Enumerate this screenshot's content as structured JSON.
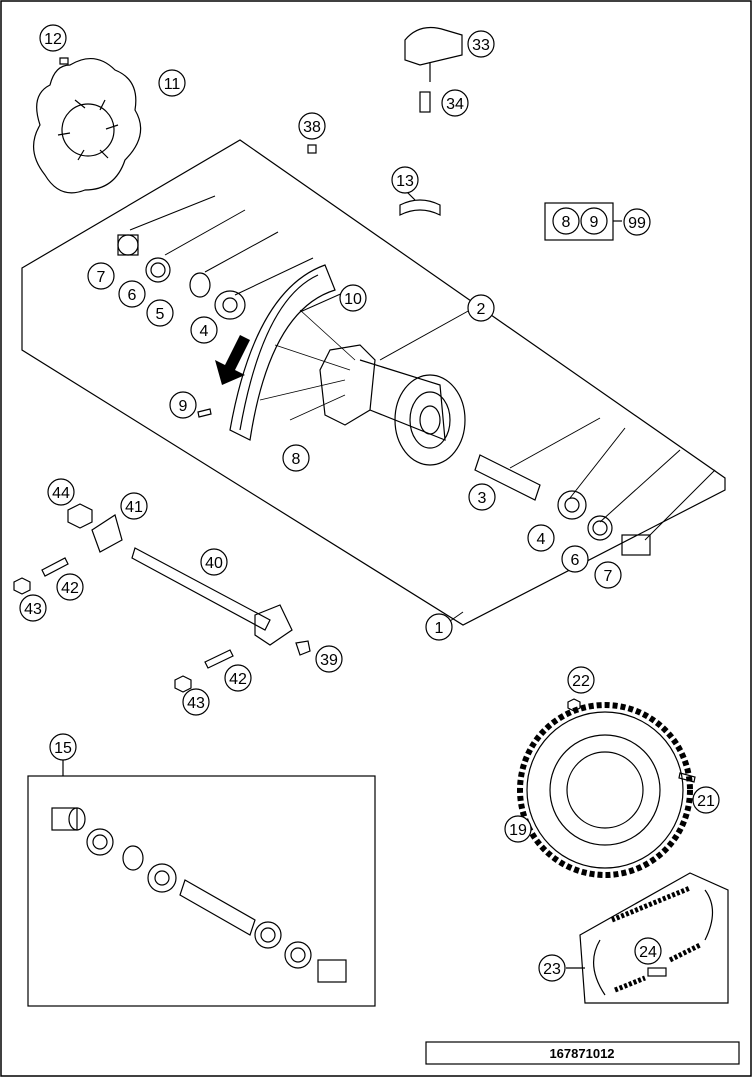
{
  "diagram": {
    "reference_number": "167871012",
    "callouts": {
      "c1": "1",
      "c2": "2",
      "c3": "3",
      "c4a": "4",
      "c4b": "4",
      "c5": "5",
      "c6a": "6",
      "c6b": "6",
      "c7a": "7",
      "c7b": "7",
      "c8": "8",
      "c9": "9",
      "c10": "10",
      "c11": "11",
      "c12": "12",
      "c13": "13",
      "c15": "15",
      "c19": "19",
      "c21": "21",
      "c22": "22",
      "c23": "23",
      "c24": "24",
      "c33": "33",
      "c34": "34",
      "c38": "38",
      "c39": "39",
      "c40": "40",
      "c41": "41",
      "c42a": "42",
      "c42b": "42",
      "c43a": "43",
      "c43b": "43",
      "c44": "44",
      "kit_8": "8",
      "kit_9": "9",
      "kit_99": "99"
    }
  }
}
